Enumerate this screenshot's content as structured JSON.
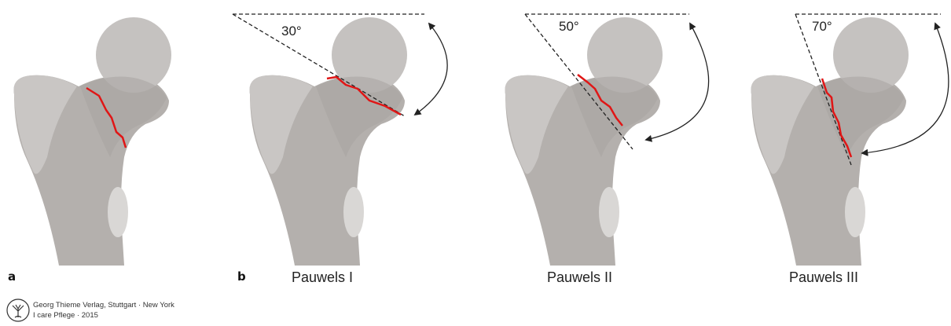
{
  "panels": {
    "a_label": "a",
    "b_label": "b"
  },
  "classifications": [
    {
      "caption": "Pauwels I",
      "angle_label": "30°",
      "angle_deg": 30
    },
    {
      "caption": "Pauwels II",
      "angle_label": "50°",
      "angle_deg": 50
    },
    {
      "caption": "Pauwels III",
      "angle_label": "70°",
      "angle_deg": 70
    }
  ],
  "publisher": {
    "line1": "Georg Thieme Verlag, Stuttgart · New York",
    "line2": "I care Pflege · 2015"
  },
  "colors": {
    "fracture": "#e01616",
    "bone": "#b4b0ad",
    "head": "#c5c2c0",
    "shadow": "#a8a4a1",
    "trochanter": "#c9c6c4",
    "lesser": "#d9d7d5",
    "guide": "#222222"
  }
}
